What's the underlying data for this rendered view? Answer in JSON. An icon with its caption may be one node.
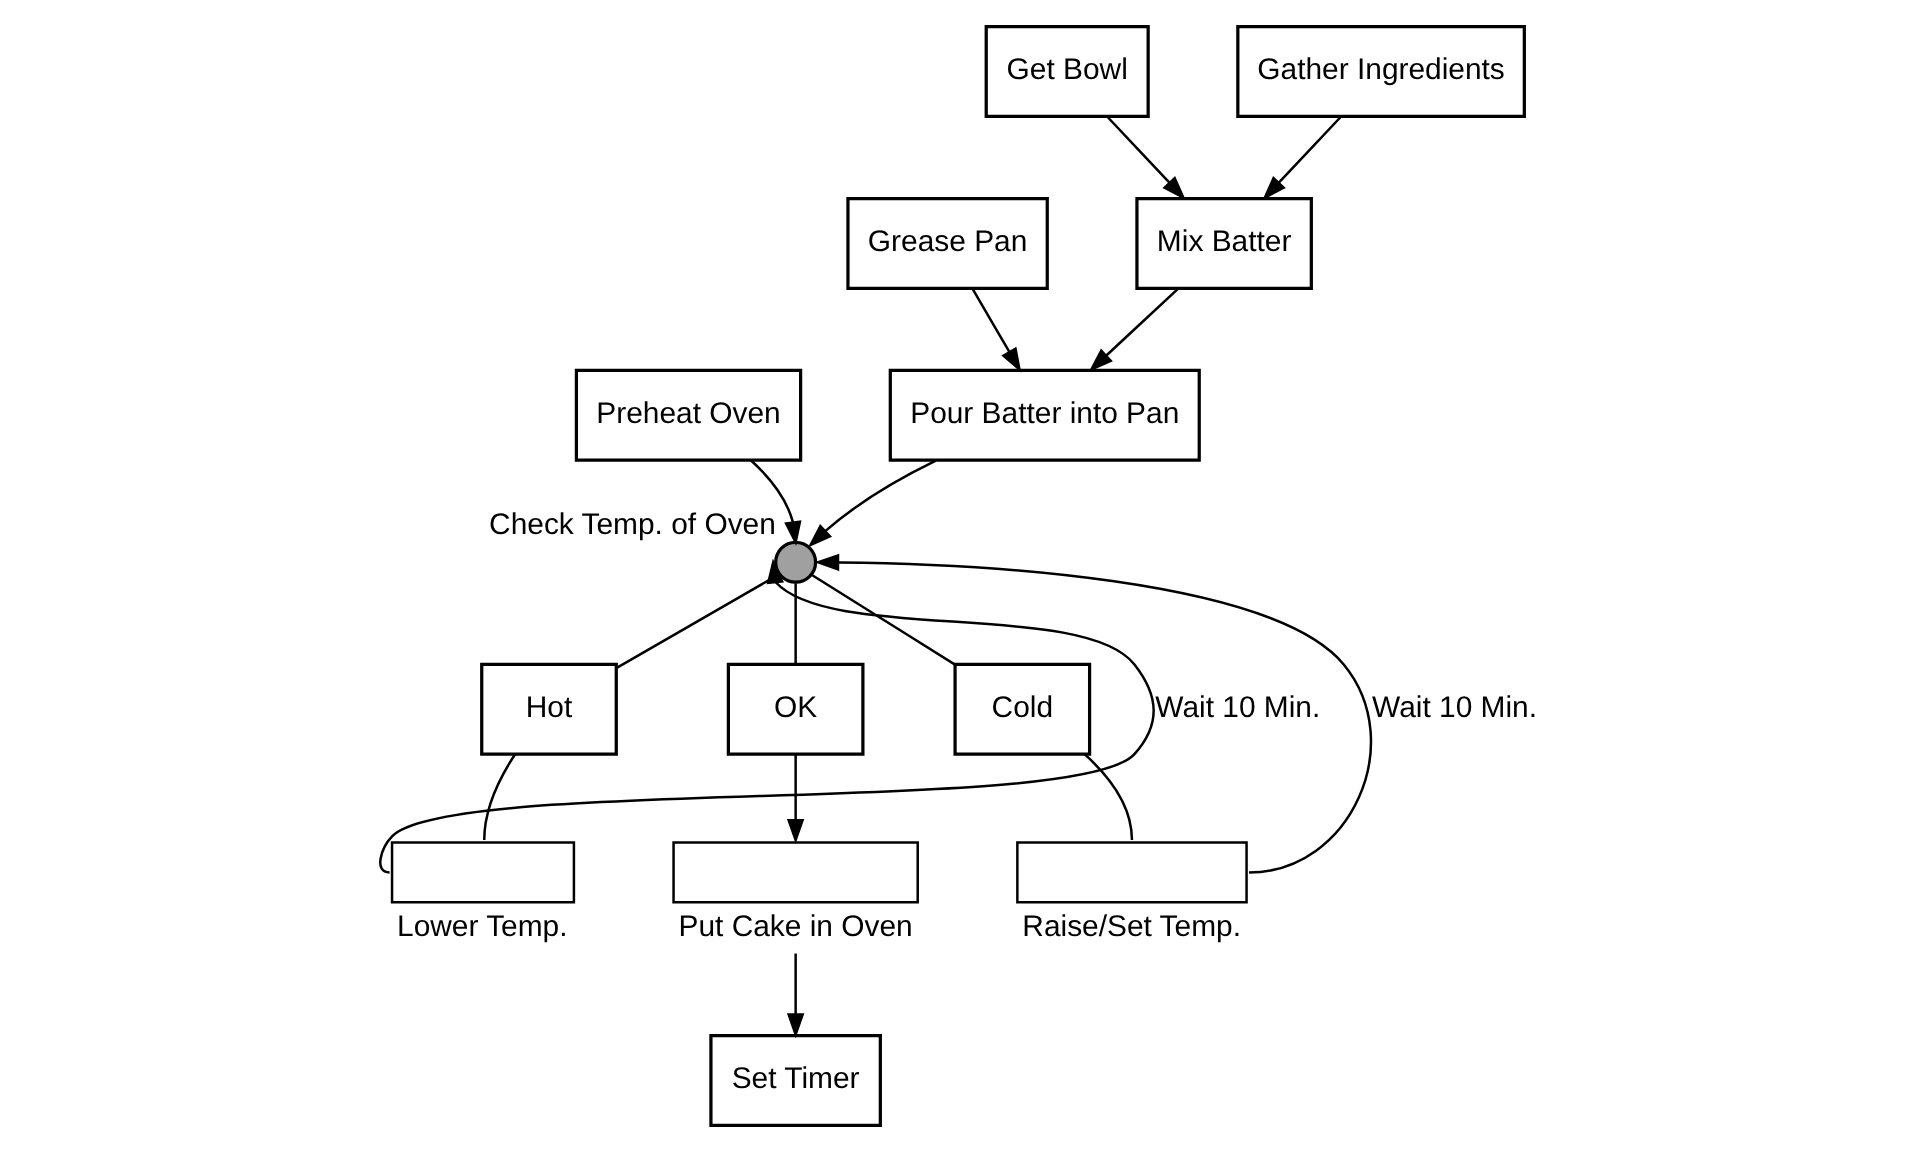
{
  "diagram": {
    "nodes": [
      {
        "text": [
          "Preheat Oven"
        ]
      },
      {
        "text": [
          "Grease Pan"
        ]
      },
      {
        "text": [
          "Mix Batter"
        ]
      },
      {
        "text": [
          "Get Bowl"
        ]
      },
      {
        "text": [
          "Gather Ingredients"
        ]
      },
      {
        "text": [
          "Pour Batter into Pan"
        ]
      },
      {
        "text": [],
        "shape": "circle",
        "beside": [
          "Check Temp. of Oven"
        ]
      },
      {
        "text": [
          "Hot"
        ]
      },
      {
        "text": [
          "OK"
        ]
      },
      {
        "text": [
          "Cold"
        ]
      },
      {
        "text": [],
        "shape": "box",
        "beside": [
          "Lower Temp."
        ]
      },
      {
        "text": [],
        "shape": "box",
        "beside": [
          "Put Cake in Oven"
        ]
      },
      {
        "text": [],
        "shape": "box",
        "beside": [
          "Raise/Set Temp."
        ]
      },
      {
        "text": [
          "Set Timer"
        ]
      }
    ],
    "edges": [
      {
        "from": 3,
        "to": 2,
        "arrow": "to"
      },
      {
        "from": 4,
        "to": 2,
        "arrow": "to"
      },
      {
        "from": 1,
        "to": 5,
        "arrow": "to"
      },
      {
        "from": 2,
        "to": 5,
        "arrow": "to"
      },
      {
        "from": 0,
        "to": 6,
        "arrow": "to"
      },
      {
        "from": 5,
        "to": 6,
        "arrow": "to"
      },
      {
        "from": 6,
        "to": 7,
        "arrow": "none"
      },
      {
        "from": 6,
        "to": 8,
        "arrow": "none"
      },
      {
        "from": 6,
        "to": 9,
        "arrow": "none"
      },
      {
        "from": 7,
        "to": 10,
        "arrow": "none"
      },
      {
        "from": 10,
        "to": 6,
        "arrow": "to",
        "label": "Wait 10 Min."
      },
      {
        "from": 8,
        "to": 11,
        "arrow": "to"
      },
      {
        "from": 9,
        "to": 12,
        "arrow": "none"
      },
      {
        "from": 12,
        "to": 6,
        "arrow": "to",
        "label": "Wait 10 Min."
      },
      {
        "from": 11,
        "to": 13,
        "arrow": "to"
      }
    ]
  }
}
